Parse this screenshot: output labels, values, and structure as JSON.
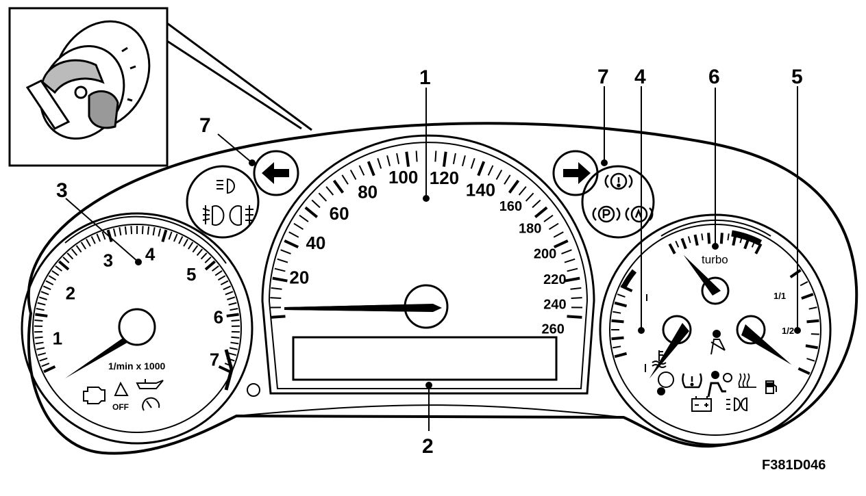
{
  "callouts": {
    "c1": "1",
    "c2": "2",
    "c3": "3",
    "c4": "4",
    "c5": "5",
    "c6": "6",
    "c7_left": "7",
    "c7_right": "7"
  },
  "tachometer": {
    "scale_labels": [
      "1",
      "2",
      "3",
      "4",
      "5",
      "6",
      "7"
    ],
    "unit": "1/min x 1000",
    "warning_off_label": "OFF"
  },
  "speedometer": {
    "scale_labels": [
      "20",
      "40",
      "60",
      "80",
      "100",
      "120",
      "140",
      "160",
      "180",
      "200",
      "220",
      "240",
      "260"
    ]
  },
  "right_gauge": {
    "turbo_label": "turbo",
    "fuel_full": "1/1",
    "fuel_half": "1/2"
  },
  "figure_code": "F381D046"
}
